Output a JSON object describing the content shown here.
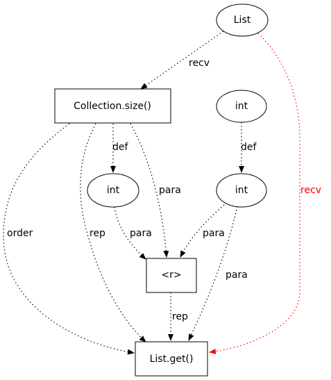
{
  "colors": {
    "default": "#000000",
    "highlight": "#ff0000"
  },
  "nodes": {
    "list": {
      "label": "List",
      "shape": "ellipse"
    },
    "collection_size": {
      "label": "Collection.size()",
      "shape": "box"
    },
    "int_top": {
      "label": "int",
      "shape": "ellipse"
    },
    "int_left": {
      "label": "int",
      "shape": "ellipse"
    },
    "int_right": {
      "label": "int",
      "shape": "ellipse"
    },
    "r": {
      "label": "<r>",
      "shape": "box"
    },
    "list_get": {
      "label": "List.get()",
      "shape": "box"
    }
  },
  "edges": {
    "list_to_size": {
      "label": "recv",
      "color": "default"
    },
    "list_to_get": {
      "label": "recv",
      "color": "highlight"
    },
    "size_to_get_order": {
      "label": "order",
      "color": "default"
    },
    "size_to_get_rep": {
      "label": "rep",
      "color": "default"
    },
    "size_to_int_left": {
      "label": "def",
      "color": "default"
    },
    "size_to_r": {
      "label": "para",
      "color": "default"
    },
    "int_top_to_int_right": {
      "label": "def",
      "color": "default"
    },
    "int_left_to_r": {
      "label": "para",
      "color": "default"
    },
    "int_right_to_r": {
      "label": "para",
      "color": "default"
    },
    "int_right_to_get": {
      "label": "para",
      "color": "default"
    },
    "r_to_get": {
      "label": "rep",
      "color": "default"
    }
  }
}
